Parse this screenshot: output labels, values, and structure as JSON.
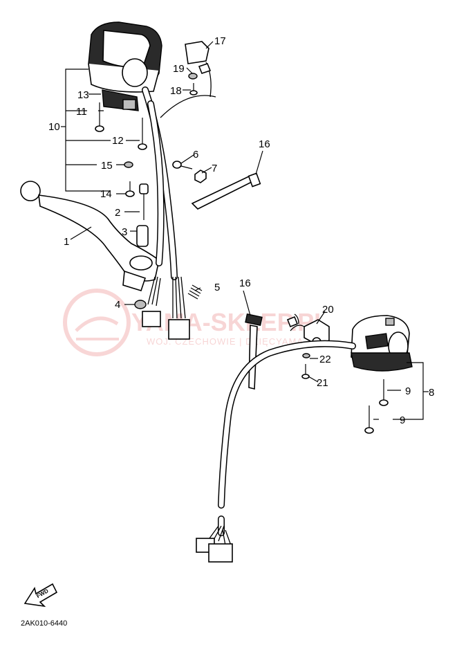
{
  "diagram": {
    "part_code": "2AK010-6440",
    "fwd_label": "FWD",
    "watermark": {
      "main": "YAMA-SKLEP.PL",
      "sub": "WOJ. CZECHOWIE | DZIĘCYAMA"
    },
    "callouts": [
      "1",
      "2",
      "3",
      "4",
      "5",
      "6",
      "7",
      "8",
      "9",
      "9",
      "10",
      "11",
      "12",
      "13",
      "14",
      "15",
      "16",
      "16",
      "17",
      "18",
      "19",
      "20",
      "21",
      "22"
    ]
  }
}
